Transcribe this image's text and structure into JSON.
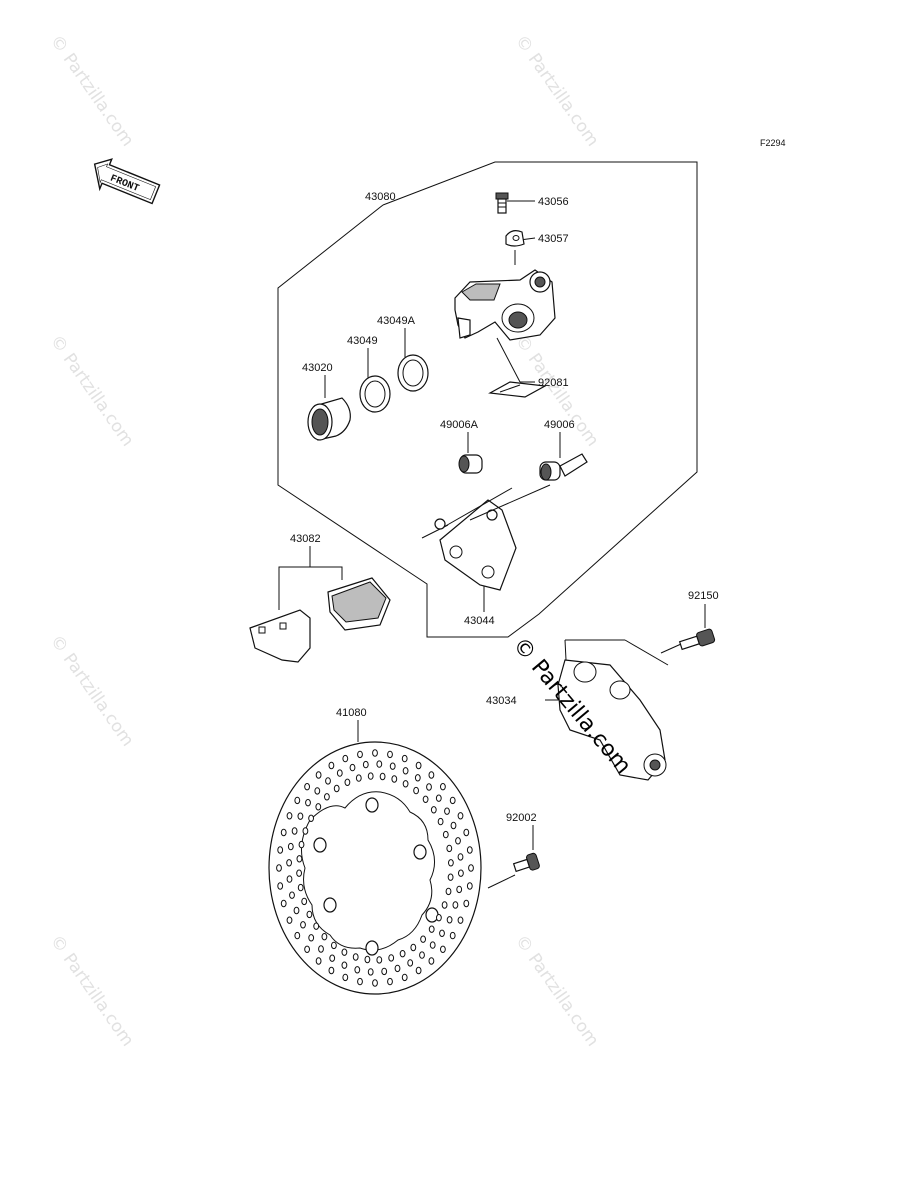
{
  "figure_code": "F2294",
  "front_label": "FRONT",
  "watermark_text": "© Partzilla.com",
  "center_watermark_text": "© Partzilla.com",
  "parts": [
    {
      "id": "43080",
      "label": "43080"
    },
    {
      "id": "43056",
      "label": "43056"
    },
    {
      "id": "43057",
      "label": "43057"
    },
    {
      "id": "43049A",
      "label": "43049A"
    },
    {
      "id": "43049",
      "label": "43049"
    },
    {
      "id": "43020",
      "label": "43020"
    },
    {
      "id": "92081",
      "label": "92081"
    },
    {
      "id": "49006A",
      "label": "49006A"
    },
    {
      "id": "49006",
      "label": "49006"
    },
    {
      "id": "43082",
      "label": "43082"
    },
    {
      "id": "43044",
      "label": "43044"
    },
    {
      "id": "92150",
      "label": "92150"
    },
    {
      "id": "43034",
      "label": "43034"
    },
    {
      "id": "41080",
      "label": "41080"
    },
    {
      "id": "92002",
      "label": "92002"
    }
  ]
}
